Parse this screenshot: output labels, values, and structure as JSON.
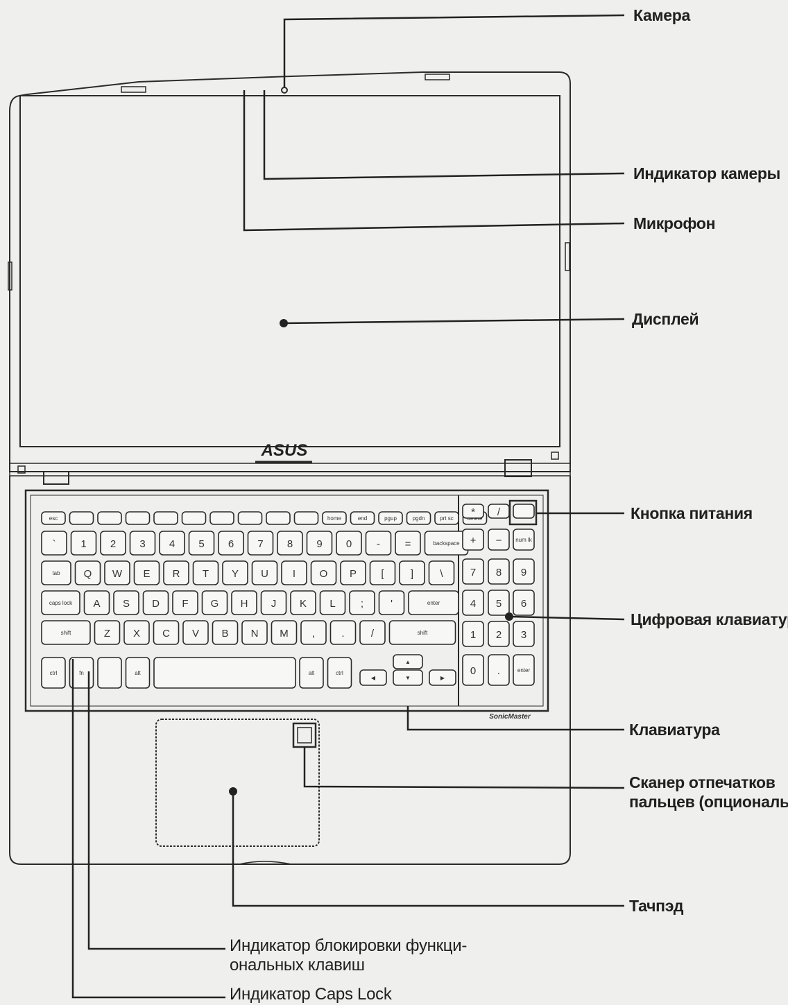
{
  "labels": {
    "camera": "Камера",
    "camera_indicator": "Индикатор камеры",
    "microphone": "Микрофон",
    "display": "Дисплей",
    "power_button": "Кнопка питания",
    "numpad": "Цифровая клавиатура",
    "keyboard": "Клавиатура",
    "fingerprint_line1": "Сканер отпечатков",
    "fingerprint_line2": "пальцев (опционально)",
    "touchpad": "Тачпэд",
    "fn_lock_line1": "Индикатор блокировки функци-",
    "fn_lock_line2": "ональных клавиш",
    "caps_lock": "Индикатор Caps Lock"
  },
  "device": {
    "logo": "ASUS",
    "sonicmaster": "SonicMaster"
  },
  "keyboard": {
    "fn_row": [
      "esc",
      "",
      "",
      "",
      "",
      "",
      "",
      "",
      "",
      "",
      "home",
      "end",
      "pgup",
      "pgdn",
      "prt sc",
      "delete"
    ],
    "num_row": [
      "`",
      "1",
      "2",
      "3",
      "4",
      "5",
      "6",
      "7",
      "8",
      "9",
      "0",
      "-",
      "=",
      "backspace"
    ],
    "q_row": [
      "tab",
      "Q",
      "W",
      "E",
      "R",
      "T",
      "Y",
      "U",
      "I",
      "O",
      "P",
      "[",
      "]",
      "\\"
    ],
    "a_row": [
      "caps lock",
      "A",
      "S",
      "D",
      "F",
      "G",
      "H",
      "J",
      "K",
      "L",
      ";",
      "'",
      "enter"
    ],
    "z_row": [
      "shift",
      "Z",
      "X",
      "C",
      "V",
      "B",
      "N",
      "M",
      ",",
      ".",
      "/",
      "shift"
    ],
    "bottom_row": [
      "ctrl",
      "fn",
      "",
      "alt",
      "",
      "alt",
      "ctrl"
    ],
    "numpad": {
      "row1": [
        "*",
        "/",
        ""
      ],
      "row2": [
        "+",
        "−",
        "num lk"
      ],
      "row3": [
        "7",
        "8",
        "9"
      ],
      "row4": [
        "4",
        "5",
        "6"
      ],
      "row5": [
        "1",
        "2",
        "3"
      ],
      "row6": [
        "0",
        ".",
        "enter"
      ]
    }
  }
}
